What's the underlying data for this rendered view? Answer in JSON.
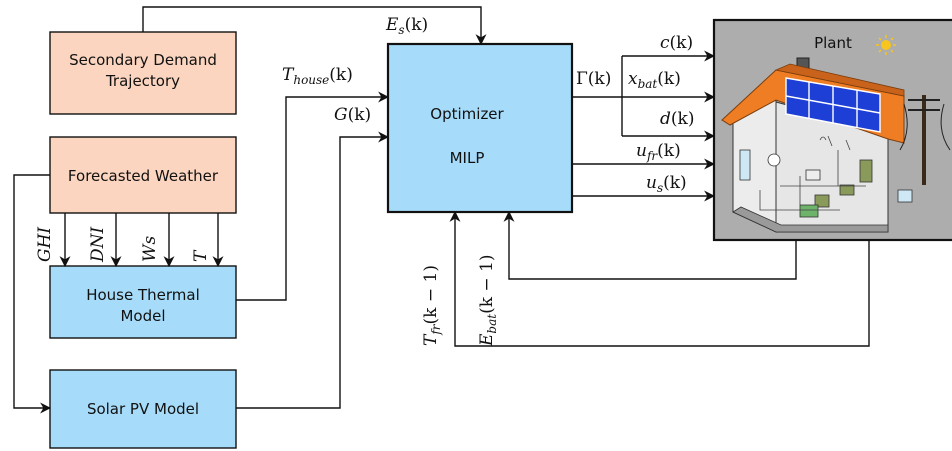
{
  "blocks": {
    "secondary_demand": [
      "Secondary Demand",
      "Trajectory"
    ],
    "forecasted_weather": "Forecasted Weather",
    "house_thermal": [
      "House Thermal",
      "Model"
    ],
    "solar_pv": "Solar PV Model",
    "optimizer": [
      "Optimizer",
      "MILP"
    ],
    "plant": "Plant"
  },
  "signals": {
    "es": {
      "main": "E",
      "sub": "s",
      "arg": "(k)"
    },
    "thouse": {
      "main": "T",
      "sub": "house",
      "arg": "(k)"
    },
    "g": {
      "main": "G",
      "arg": "(k)"
    },
    "gamma": {
      "main": "Γ",
      "arg": "(k)"
    },
    "c": {
      "main": "c",
      "arg": "(k)"
    },
    "xbat": {
      "main": "x",
      "sub": "bat",
      "arg": "(k)"
    },
    "d": {
      "main": "d",
      "arg": "(k)"
    },
    "ufr": {
      "main": "u",
      "sub": "fr",
      "arg": "(k)"
    },
    "us": {
      "main": "u",
      "sub": "s",
      "arg": "(k)"
    },
    "tfr": {
      "main": "T",
      "sub": "fr",
      "arg": "(k − 1)"
    },
    "ebat": {
      "main": "E",
      "sub": "bat",
      "arg": "(k − 1)"
    },
    "ghi": "GHI",
    "dni": "DNI",
    "ws": "Ws",
    "t": "T"
  },
  "colors": {
    "peach": "#fbd5bf",
    "blue": "#a6dcfa",
    "plant_bg": "#adadad",
    "roof": "#ef7d23",
    "panel": "#1d3fd6"
  }
}
